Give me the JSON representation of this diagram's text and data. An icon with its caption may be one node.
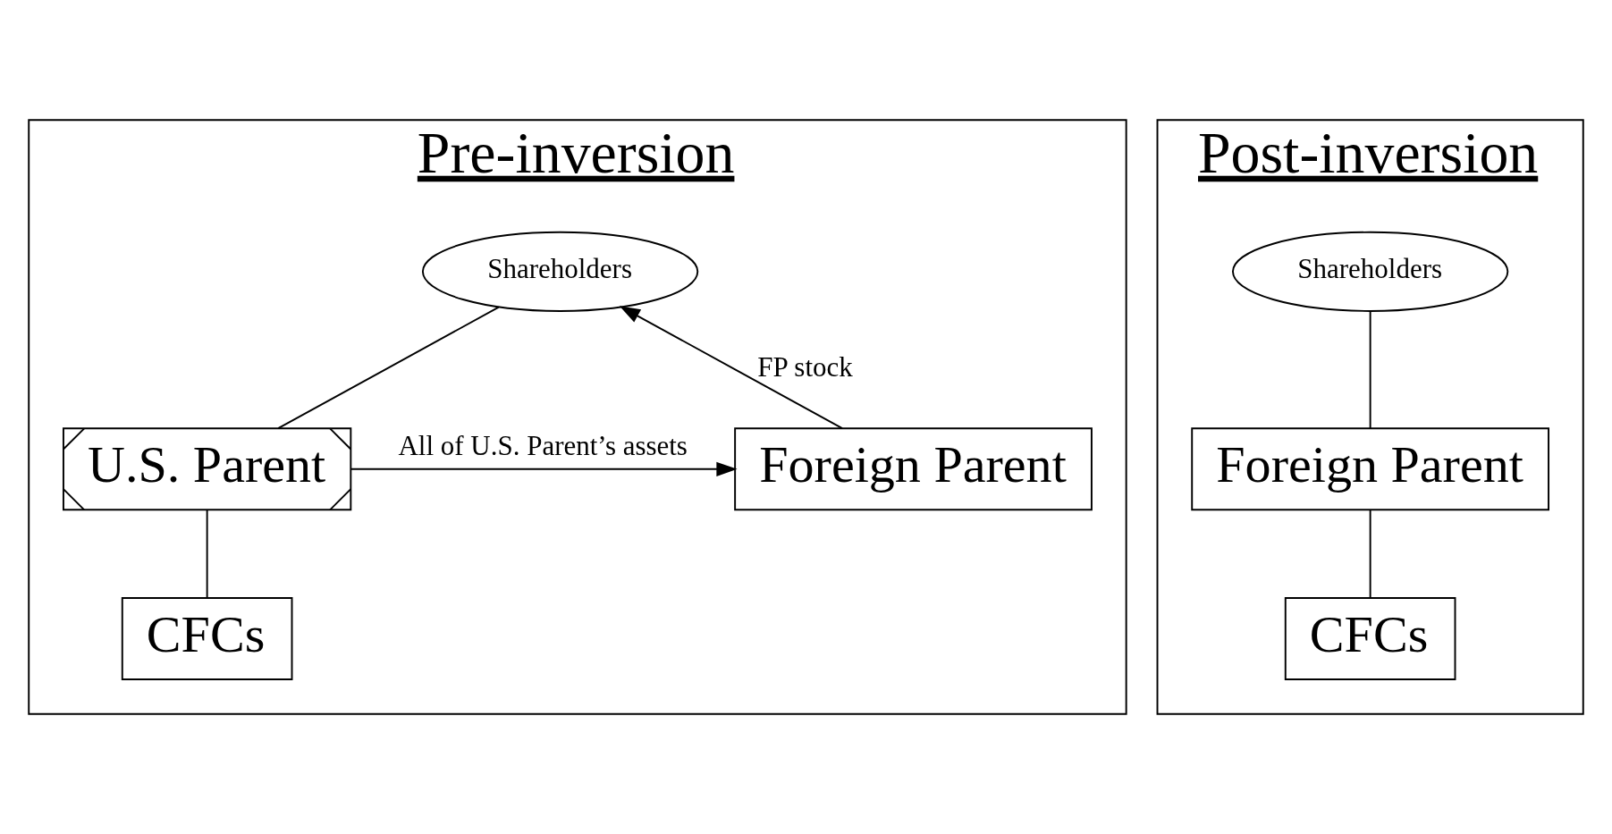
{
  "diagram": {
    "nodes": [
      {
        "text": [
          "Pre-inversion"
        ]
      },
      {
        "text": [
          "Shareholders"
        ],
        "in": 0
      },
      {
        "text": [
          "U.S. Parent"
        ],
        "in": 0
      },
      {
        "text": [
          "Foreign Parent"
        ],
        "in": 0
      },
      {
        "text": [
          "CFCs"
        ],
        "in": 0
      },
      {
        "text": [
          "Post-inversion"
        ]
      },
      {
        "text": [
          "Shareholders"
        ],
        "in": 5
      },
      {
        "text": [
          "Foreign Parent"
        ],
        "in": 5
      },
      {
        "text": [
          "CFCs"
        ],
        "in": 5
      }
    ],
    "edges": [
      {
        "from": 1,
        "to": 2,
        "arrow": "none"
      },
      {
        "from": 2,
        "to": 4,
        "arrow": "none"
      },
      {
        "from": 3,
        "to": 1,
        "arrow": "to",
        "label": "FP stock"
      },
      {
        "from": 2,
        "to": 3,
        "arrow": "to",
        "label": "All of U.S. Parent’s assets"
      },
      {
        "from": 6,
        "to": 7,
        "arrow": "none"
      },
      {
        "from": 7,
        "to": 8,
        "arrow": "none"
      }
    ]
  }
}
